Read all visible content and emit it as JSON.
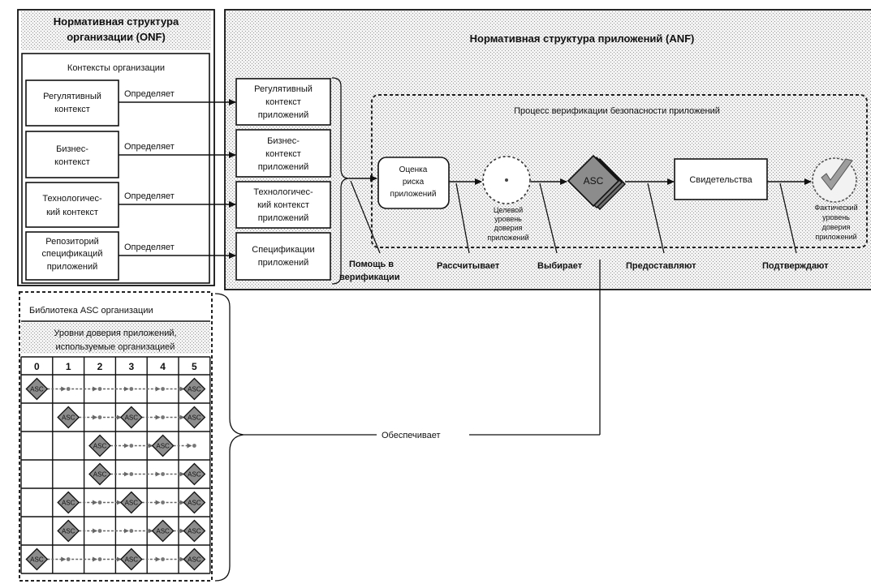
{
  "onf": {
    "title_lines": [
      "Нормативная структура",
      "организации (ONF)"
    ],
    "contexts_title": "Контексты организации",
    "contexts": [
      [
        "Регулятивный",
        "контекст"
      ],
      [
        "Бизнес-",
        "контекст"
      ],
      [
        "Технологичес-",
        "кий контекст"
      ],
      [
        "Репозиторий",
        "спецификаций",
        "приложений"
      ]
    ],
    "defines_label": "Определяет",
    "library_title": "Библиотека ASC организации",
    "levels_title_lines": [
      "Уровни доверия приложений,",
      "используемые организацией"
    ],
    "level_columns": [
      "0",
      "1",
      "2",
      "3",
      "4",
      "5"
    ],
    "asc_grid": [
      [
        1,
        0,
        0,
        0,
        0,
        1
      ],
      [
        0,
        1,
        0,
        1,
        0,
        1
      ],
      [
        0,
        0,
        1,
        0,
        1,
        0
      ],
      [
        0,
        0,
        1,
        0,
        0,
        1
      ],
      [
        0,
        1,
        0,
        1,
        0,
        1
      ],
      [
        0,
        1,
        0,
        0,
        1,
        1
      ],
      [
        1,
        0,
        0,
        1,
        0,
        1
      ]
    ]
  },
  "anf": {
    "title": "Нормативная структура приложений (ANF)",
    "app_contexts": [
      [
        "Регулятивный",
        "контекст",
        "приложений"
      ],
      [
        "Бизнес-",
        "контекст",
        "приложений"
      ],
      [
        "Технологичес-",
        "кий контекст",
        "приложений"
      ],
      [
        "Спецификации",
        "приложений"
      ]
    ],
    "process_title": "Процесс верификации безопасности приложений",
    "risk_lines": [
      "Оценка",
      "риска",
      "приложений"
    ],
    "target_lines": [
      "Целевой",
      "уровень",
      "доверия",
      "приложений"
    ],
    "asc_label": "ASC",
    "evidence": "Свидетельства",
    "actual_lines": [
      "Фактический",
      "уровень",
      "доверия",
      "приложений"
    ],
    "verbs": {
      "help_lines": [
        "Помощь в",
        "верификации"
      ],
      "calculates": "Рассчитывает",
      "selects": "Выбирает",
      "provide": "Предоставляют",
      "confirm": "Подтверждают"
    }
  },
  "provides_label": "Обеспечивает",
  "colors": {
    "stipple": "#9a9a9a",
    "diamond": "#8c8c8c",
    "check": "#9e9e9e"
  }
}
